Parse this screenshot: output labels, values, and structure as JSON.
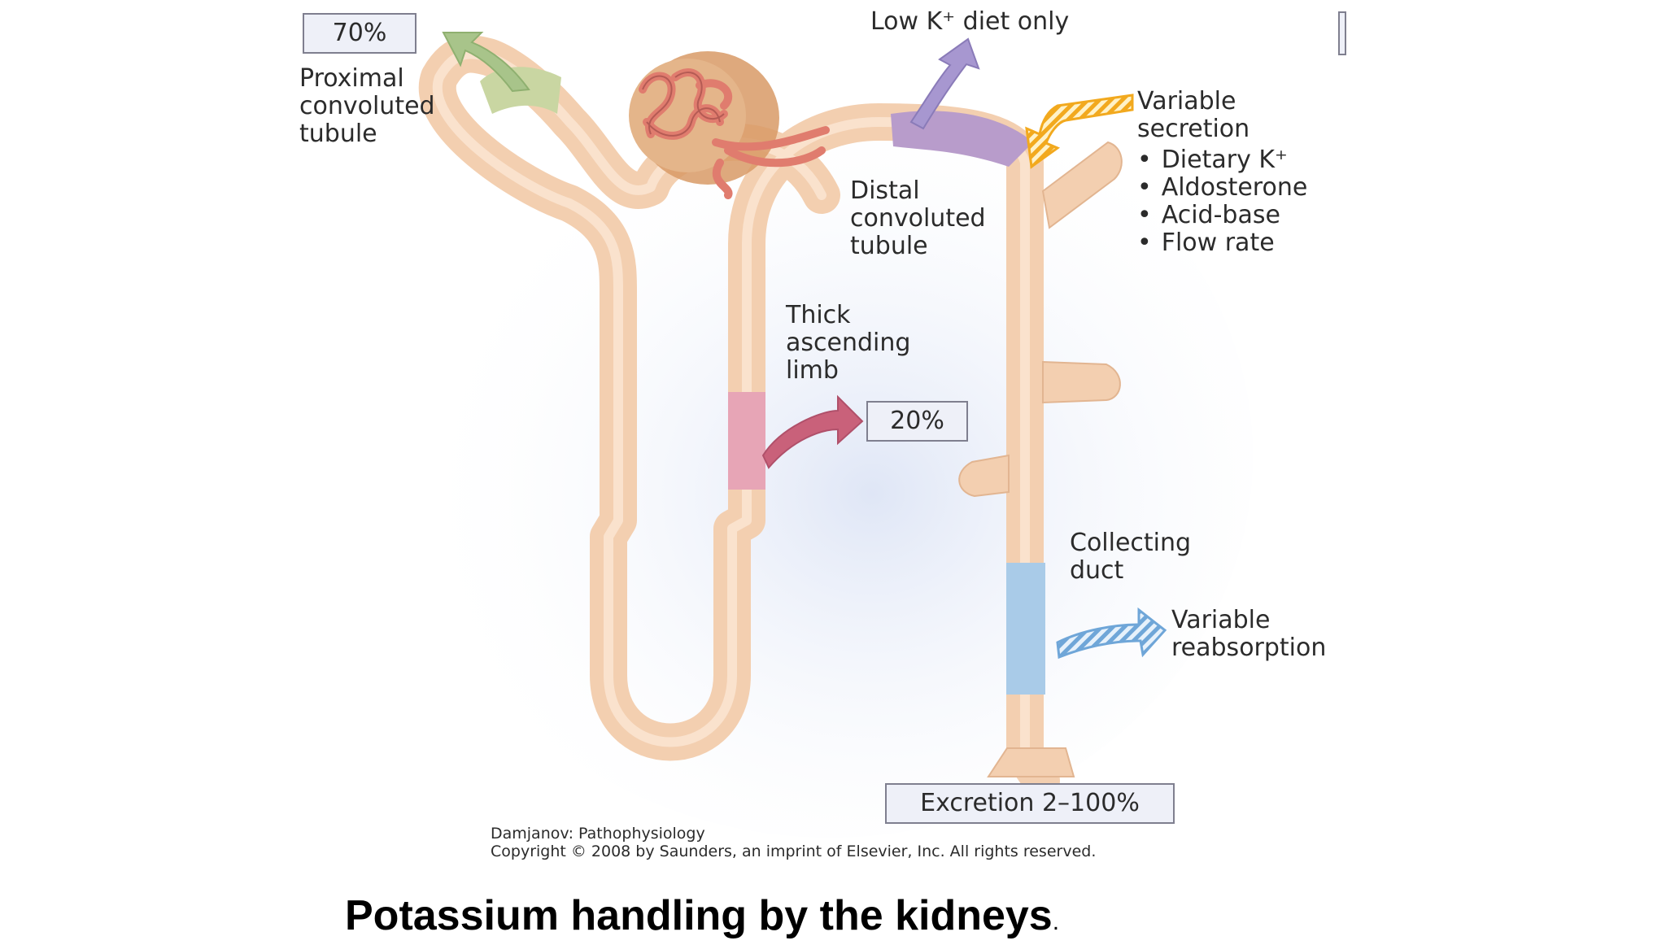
{
  "labels": {
    "pct_proximal": "70%",
    "proximal": "Proximal\nconvoluted\ntubule",
    "low_k": "Low K⁺ diet only",
    "variable_secretion": "Variable\nsecretion",
    "secretion_factors": [
      "Dietary K⁺",
      "Aldosterone",
      "Acid-base",
      "Flow rate"
    ],
    "distal": "Distal\nconvoluted\ntubule",
    "thick_limb": "Thick\nascending\nlimb",
    "pct_thick": "20%",
    "collecting_duct": "Collecting\nduct",
    "variable_reabsorption": "Variable\nreabsorption",
    "excretion": "Excretion 2–100%"
  },
  "credit": "Damjanov: Pathophysiology\nCopyright © 2008 by Saunders, an imprint of Elsevier, Inc. All rights reserved.",
  "caption": {
    "text": "Potassium handling by the kidneys",
    "suffix": "."
  },
  "colors": {
    "tubule": "#f3cfb0",
    "tubule_highlight": "#fbe6d4",
    "proximal_segment": "#c9d6a2",
    "distal_segment": "#b89ccb",
    "thick_segment": "#e7a5b6",
    "collecting_segment": "#a9cbe8",
    "green_arrow": "#a8c48a",
    "purple_arrow": "#a797d0",
    "pink_arrow": "#c9617a",
    "orange_arrow": "#f2a91e",
    "blue_arrow": "#6fa6d8",
    "glomerulus": "#e07c6e",
    "capsule": "#d89a66"
  }
}
